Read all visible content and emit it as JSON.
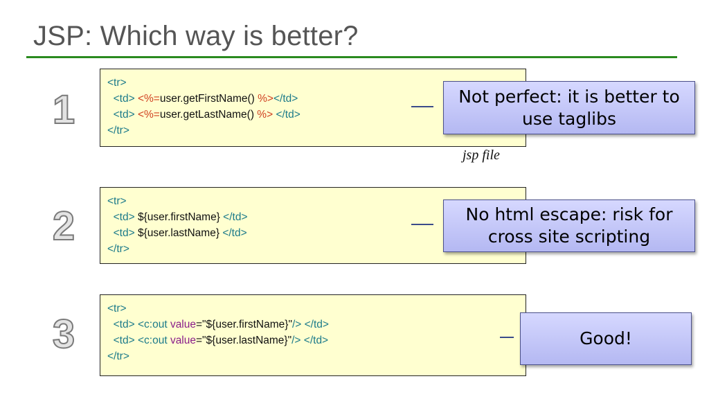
{
  "slide": {
    "title": "JSP: Which way is better?"
  },
  "options": [
    {
      "number": "1",
      "code": {
        "open_tr": "<tr>",
        "row1": {
          "td_open": "<td> ",
          "scr_open": "<%=",
          "expr": "user.getFirstName() ",
          "scr_close": "%>",
          "td_close": "</td>"
        },
        "row2": {
          "td_open": "<td> ",
          "scr_open": "<%=",
          "expr": "user.getLastName() ",
          "scr_close": "%>",
          "td_close": " </td>"
        },
        "close_tr": "</tr>"
      },
      "callout": "Not perfect: it is better to use taglibs",
      "caption": "jsp file"
    },
    {
      "number": "2",
      "code": {
        "open_tr": "<tr>",
        "row1": {
          "td_open": "<td> ",
          "expr": "${user.firstName} ",
          "td_close": "</td>"
        },
        "row2": {
          "td_open": "<td> ",
          "expr": "${user.lastName} ",
          "td_close": "</td>"
        },
        "close_tr": "</tr>"
      },
      "callout": "No html escape: risk for cross site scripting"
    },
    {
      "number": "3",
      "code": {
        "open_tr": "<tr>",
        "row1": {
          "td_open": "<td> ",
          "cout": "<c:out ",
          "attr": "value",
          "val": "=\"${user.firstName}\"",
          "end": "/> </td>"
        },
        "row2": {
          "td_open": "<td> ",
          "cout": "<c:out ",
          "attr": "value",
          "val": "=\"${user.lastName}\"",
          "end": "/> </td>"
        },
        "close_tr": "</tr>"
      },
      "callout": "Good!"
    }
  ],
  "colors": {
    "title_rule": "#2a8a1e",
    "code_background": "#ffffd0",
    "tag": "#1b7a8a",
    "scriptlet": "#d04020",
    "attribute": "#8a1e8a",
    "callout_fill": "#c4c8f8"
  }
}
